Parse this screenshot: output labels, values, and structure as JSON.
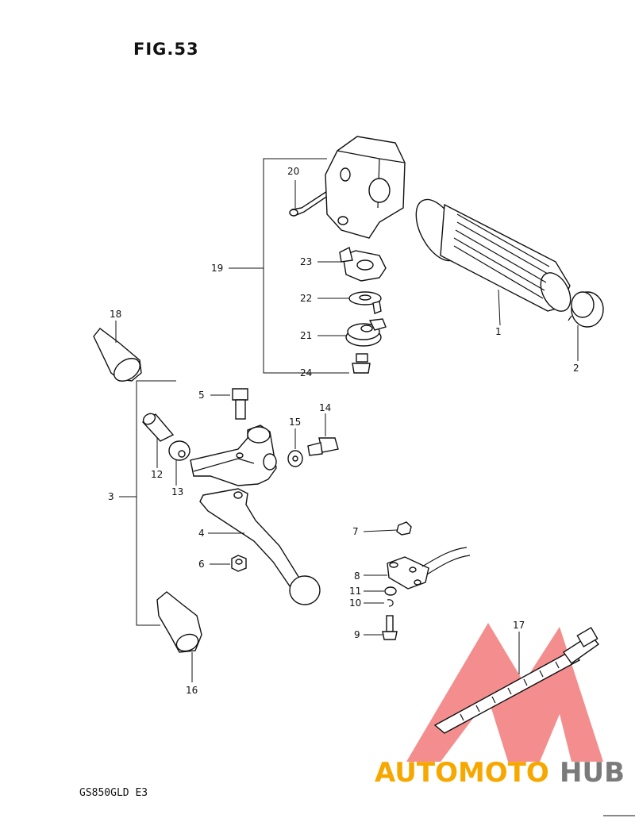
{
  "figure": {
    "title": "FIG.53",
    "model": "GS850GLD E3"
  },
  "callouts": [
    "1",
    "2",
    "3",
    "4",
    "5",
    "6",
    "7",
    "8",
    "9",
    "10",
    "11",
    "12",
    "13",
    "14",
    "15",
    "16",
    "17",
    "18",
    "19",
    "20",
    "21",
    "22",
    "23",
    "24"
  ],
  "watermark": {
    "text_orange": "AUTOMOTO",
    "text_gray": "HUB",
    "color_orange": "#f7a800",
    "color_gray": "#7a7a7a",
    "color_triangle": "#f27a7a"
  }
}
